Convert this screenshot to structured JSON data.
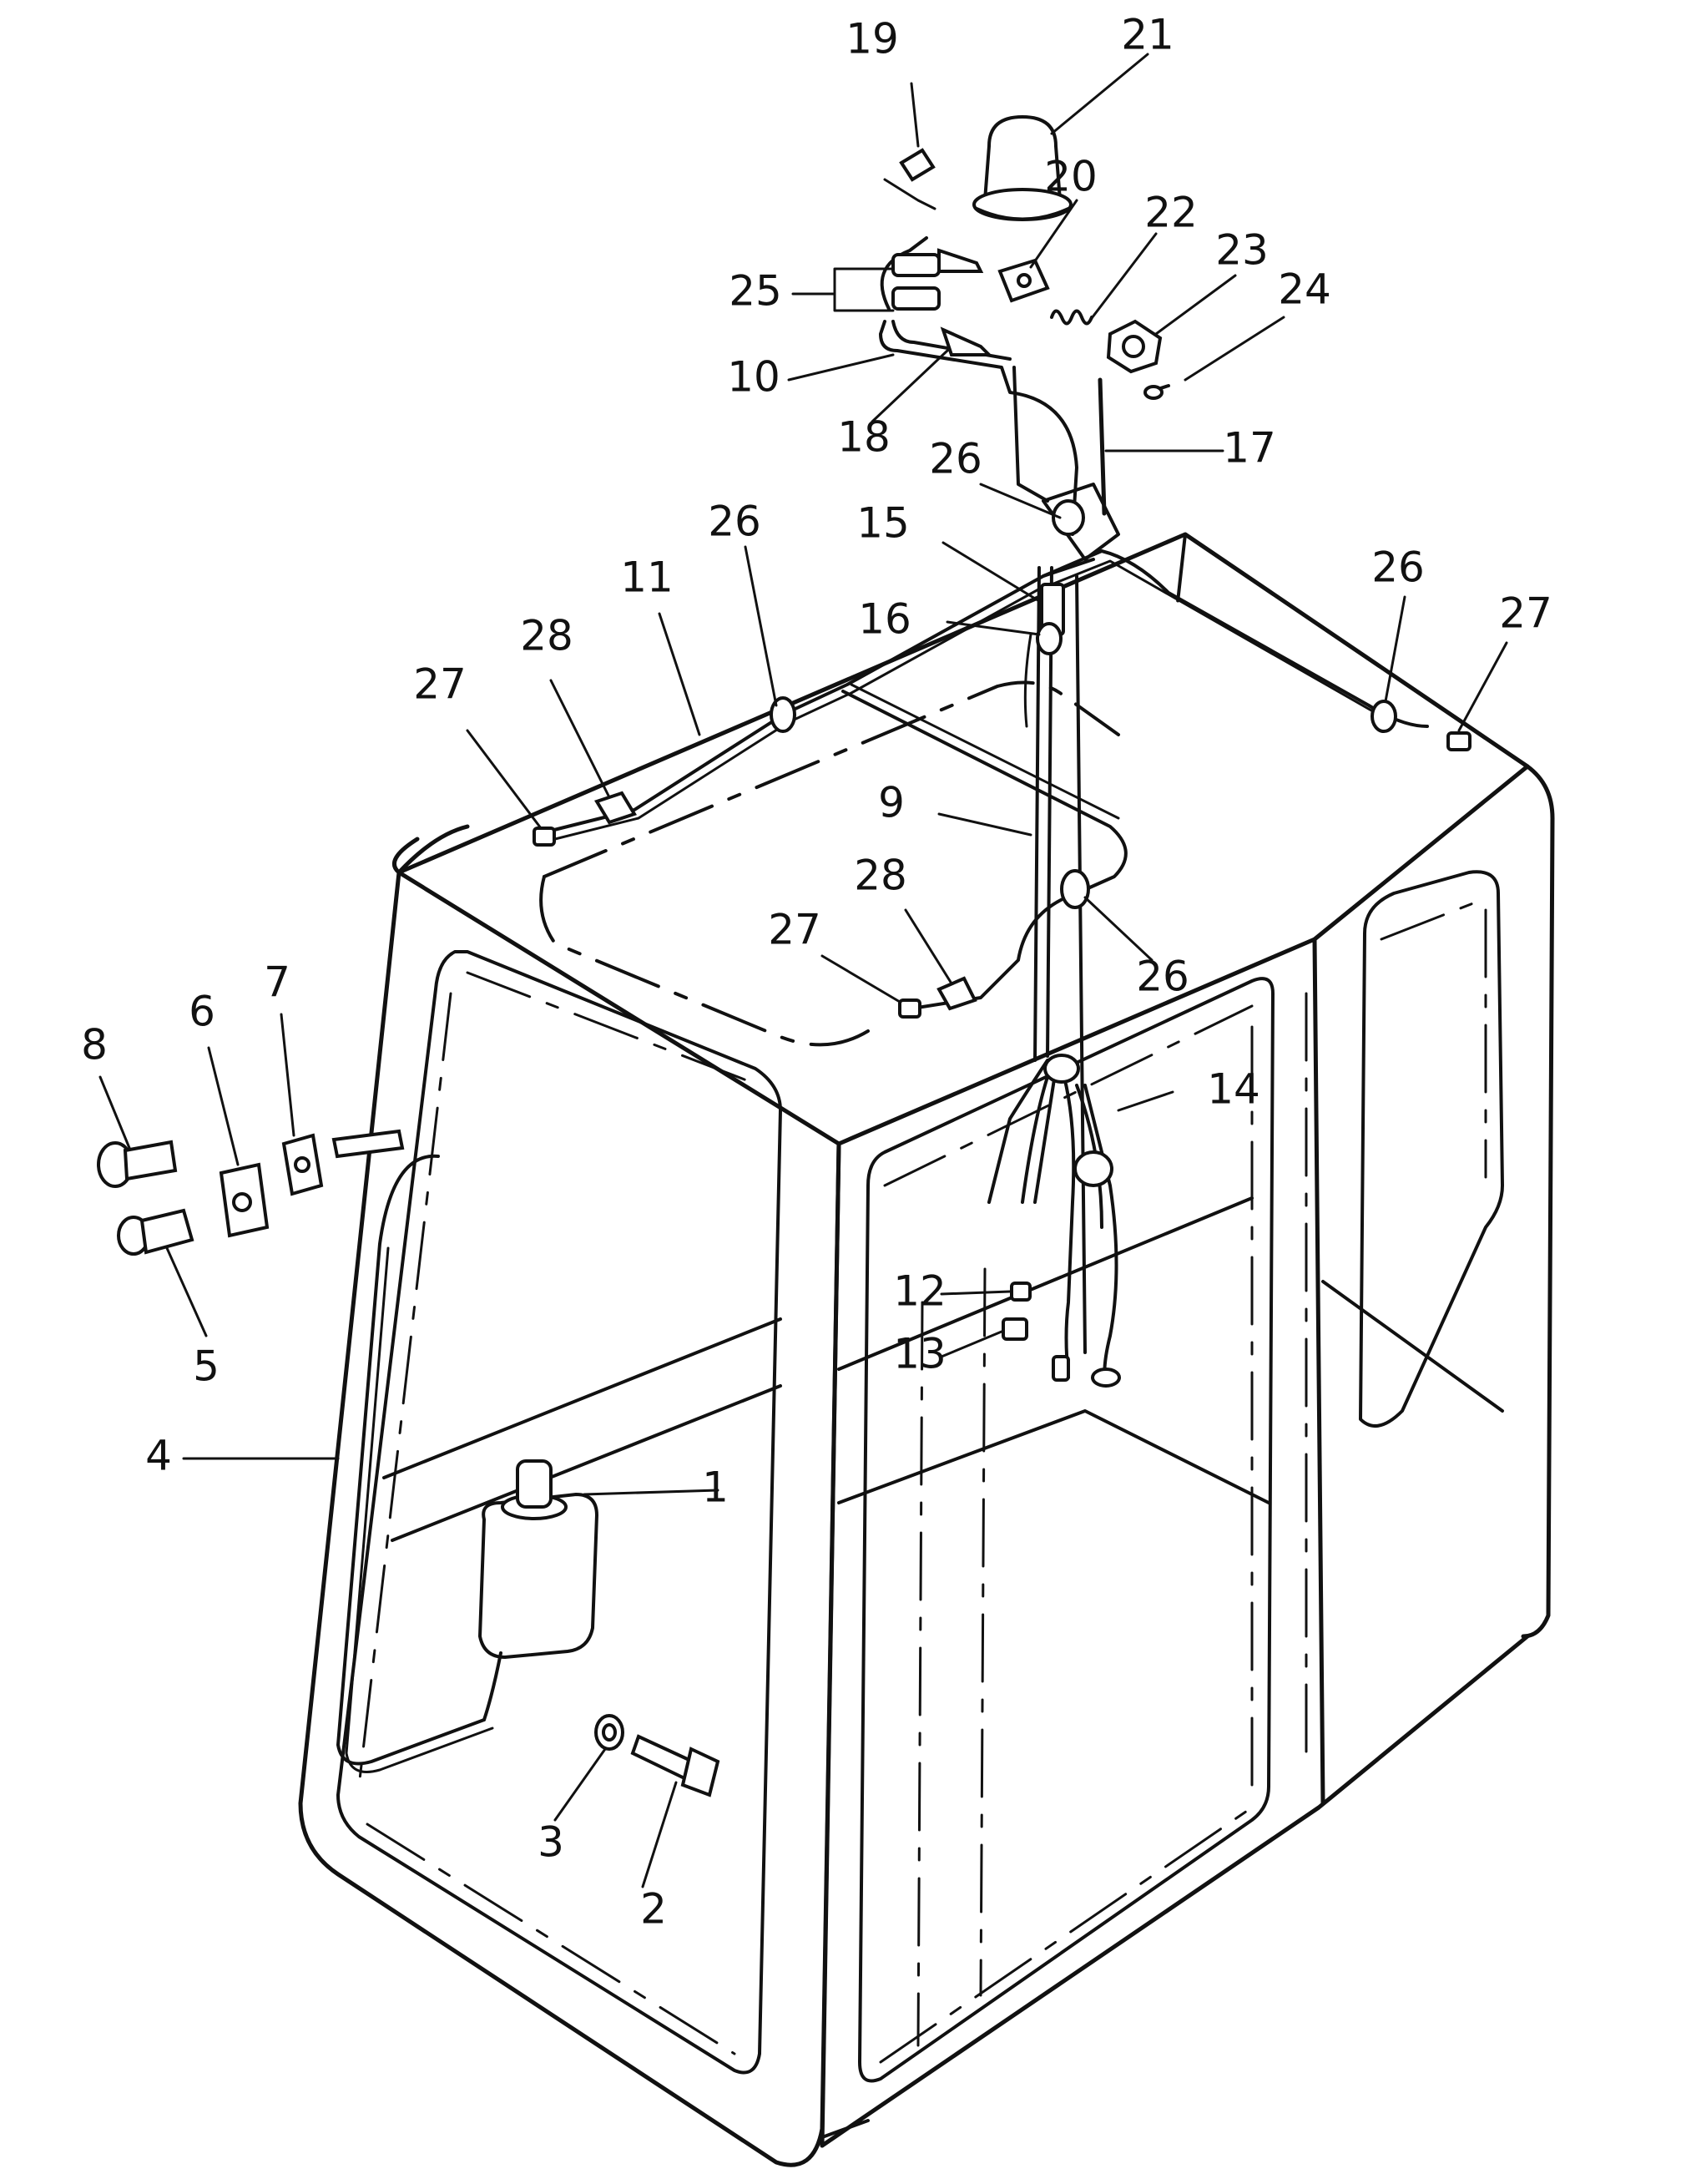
{
  "callouts": [
    {
      "id": "c1",
      "text": "1"
    },
    {
      "id": "c2",
      "text": "2"
    },
    {
      "id": "c3",
      "text": "3"
    },
    {
      "id": "c4",
      "text": "4"
    },
    {
      "id": "c5",
      "text": "5"
    },
    {
      "id": "c6",
      "text": "6"
    },
    {
      "id": "c7",
      "text": "7"
    },
    {
      "id": "c8",
      "text": "8"
    },
    {
      "id": "c9",
      "text": "9"
    },
    {
      "id": "c10",
      "text": "10"
    },
    {
      "id": "c11",
      "text": "11"
    },
    {
      "id": "c12",
      "text": "12"
    },
    {
      "id": "c13",
      "text": "13"
    },
    {
      "id": "c14",
      "text": "14"
    },
    {
      "id": "c15",
      "text": "15"
    },
    {
      "id": "c16",
      "text": "16"
    },
    {
      "id": "c17",
      "text": "17"
    },
    {
      "id": "c18",
      "text": "18"
    },
    {
      "id": "c19",
      "text": "19"
    },
    {
      "id": "c20",
      "text": "20"
    },
    {
      "id": "c21",
      "text": "21"
    },
    {
      "id": "c22",
      "text": "22"
    },
    {
      "id": "c23",
      "text": "23"
    },
    {
      "id": "c24",
      "text": "24"
    },
    {
      "id": "c25",
      "text": "25"
    },
    {
      "id": "c26a",
      "text": "26"
    },
    {
      "id": "c26b",
      "text": "26"
    },
    {
      "id": "c26c",
      "text": "26"
    },
    {
      "id": "c26d",
      "text": "26"
    },
    {
      "id": "c27a",
      "text": "27"
    },
    {
      "id": "c27b",
      "text": "27"
    },
    {
      "id": "c27c",
      "text": "27"
    },
    {
      "id": "c28a",
      "text": "28"
    },
    {
      "id": "c28b",
      "text": "28"
    }
  ]
}
